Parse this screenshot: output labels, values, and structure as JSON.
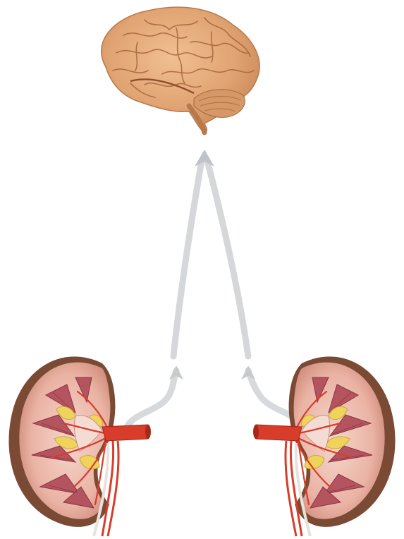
{
  "figure": {
    "subjects": [
      "brain",
      "left-kidney",
      "right-kidney"
    ],
    "connections": [
      {
        "from": "left-kidney",
        "to": "brain"
      },
      {
        "from": "right-kidney",
        "to": "brain"
      }
    ],
    "colors": {
      "brain": "#e1a473",
      "brain_fold": "#a7643a",
      "kidney_cortex": "#f1c3b6",
      "kidney_capsule": "#7a4a34",
      "pyramid": "#b4545f",
      "artery": "#d83c2a",
      "fat": "#efd35c",
      "arrow": "#c9ccd0"
    }
  }
}
